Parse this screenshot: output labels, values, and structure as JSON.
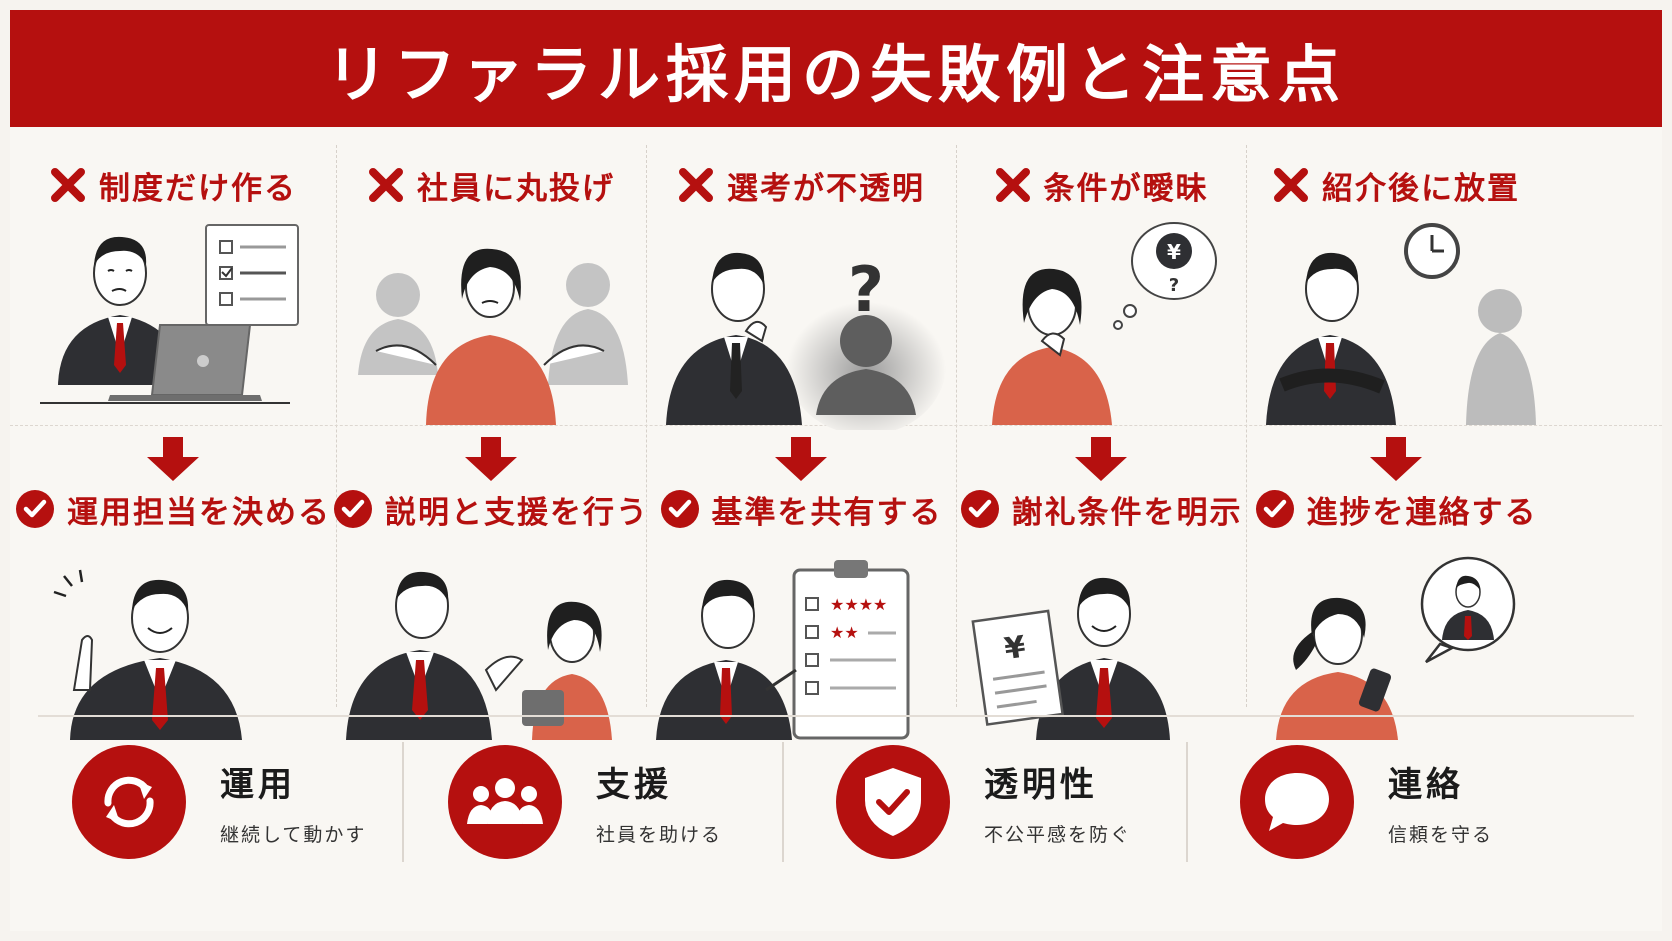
{
  "title": "リファラル採用の失敗例と注意点",
  "columns": [
    {
      "fail": "制度だけ作る",
      "fix": "運用担当を決める"
    },
    {
      "fail": "社員に丸投げ",
      "fix": "説明と支援を行う"
    },
    {
      "fail": "選考が不透明",
      "fix": "基準を共有する"
    },
    {
      "fail": "条件が曖昧",
      "fix": "謝礼条件を明示"
    },
    {
      "fail": "紹介後に放置",
      "fix": "進捗を連絡する"
    }
  ],
  "illustration_text": {
    "yen_bubble": "¥",
    "question_bubble": "?",
    "big_question": "?",
    "document_yen": "¥"
  },
  "footer": [
    {
      "title": "運用",
      "subtitle": "継続して動かす",
      "icon": "refresh-icon"
    },
    {
      "title": "支援",
      "subtitle": "社員を助ける",
      "icon": "people-icon"
    },
    {
      "title": "透明性",
      "subtitle": "不公平感を防ぐ",
      "icon": "shield-check-icon"
    },
    {
      "title": "連絡",
      "subtitle": "信頼を守る",
      "icon": "chat-bubble-icon"
    }
  ],
  "colors": {
    "accent": "#b5100f",
    "background": "#f6f3ef",
    "suit": "#2e2f33",
    "orange_top": "#d9634a",
    "gray_figure": "#b5b5b5"
  }
}
